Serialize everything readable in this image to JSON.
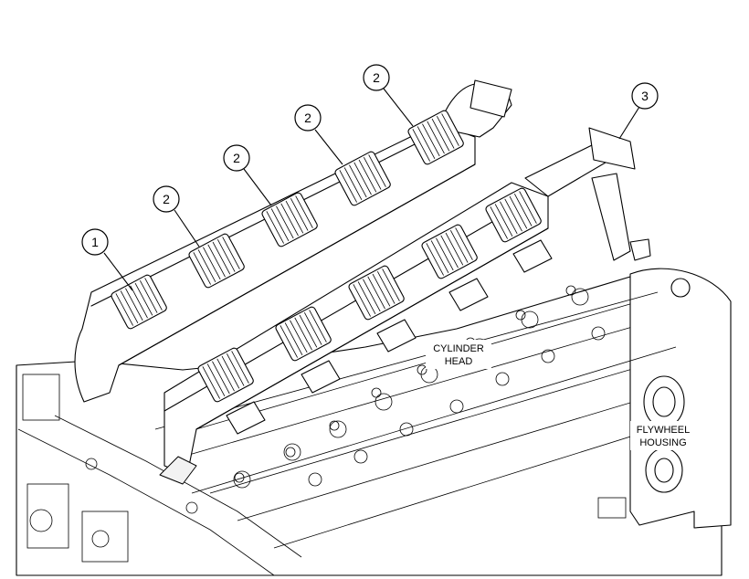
{
  "callouts": [
    {
      "id": "c1",
      "number": "1"
    },
    {
      "id": "c2a",
      "number": "2"
    },
    {
      "id": "c2b",
      "number": "2"
    },
    {
      "id": "c2c",
      "number": "2"
    },
    {
      "id": "c2d",
      "number": "2"
    },
    {
      "id": "c3",
      "number": "3"
    }
  ],
  "labels": {
    "cylinder_head": [
      "CYLINDER",
      "HEAD"
    ],
    "flywheel_housing": [
      "FLYWHEEL",
      "HOUSING"
    ]
  }
}
